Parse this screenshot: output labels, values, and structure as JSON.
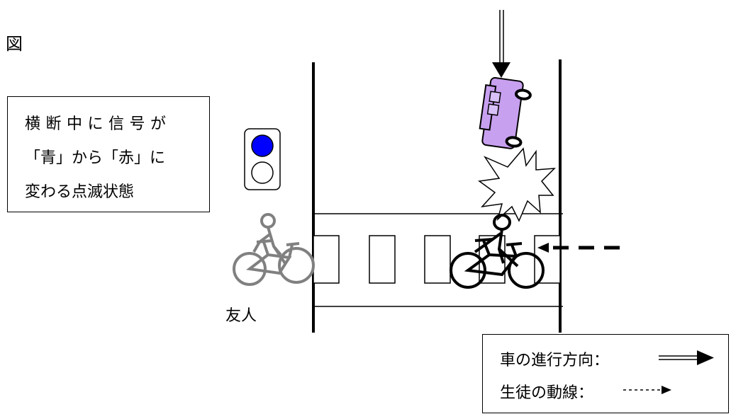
{
  "figure_label": "図",
  "note": {
    "line1": "横断中に信号が",
    "line2": "「青」から「赤」に",
    "line3": "変わる点滅状態"
  },
  "friend_label": "友人",
  "legend": {
    "car_direction": "車の進行方向：",
    "student_path": "生徒の動線："
  },
  "colors": {
    "car_body": "#c8a0f0",
    "signal_blue": "#0000ff",
    "friend_gray": "#808080"
  },
  "icons": [
    "traffic-signal-icon",
    "car-icon",
    "collision-burst-icon",
    "bicycle-icon"
  ]
}
